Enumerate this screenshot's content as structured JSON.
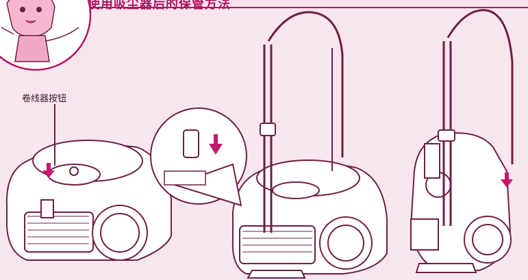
{
  "header": {
    "title": "使用吸尘器后的保管方法"
  },
  "callouts": {
    "cord_reel_button": "卷线器按钮"
  },
  "colors": {
    "accent": "#b4125f",
    "line_art": "#6e1e45",
    "page_background": "#f8e6ef",
    "fill": "#ffffff",
    "arrow": "#c21a6a"
  },
  "icons": {
    "mascot": "cartoon-girl-mascot",
    "arrow": "down-arrow-icon"
  }
}
